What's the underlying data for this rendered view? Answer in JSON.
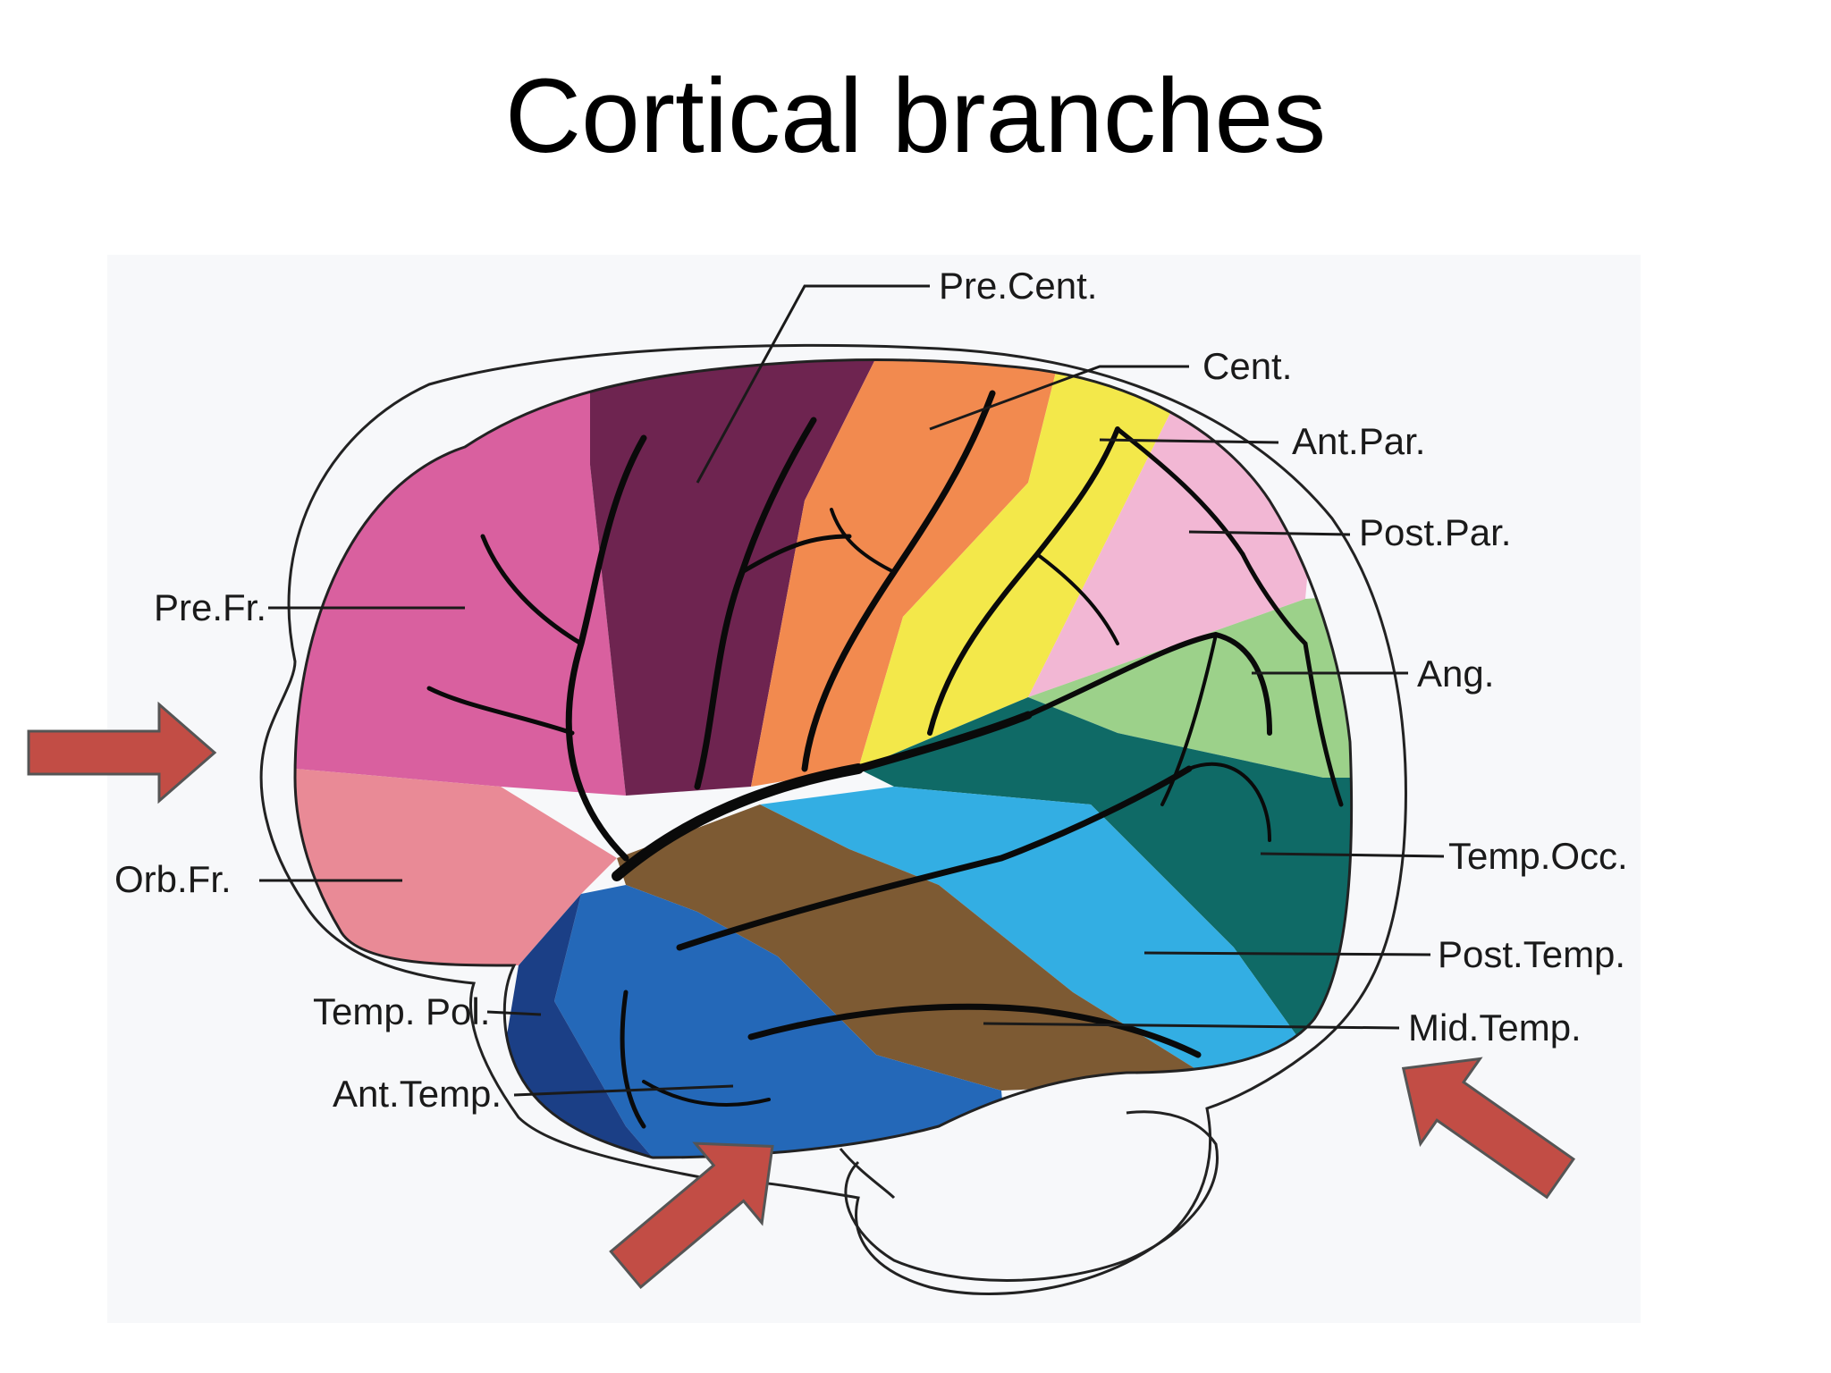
{
  "slide": {
    "title": "Cortical branches"
  },
  "regions": {
    "pre_fr": {
      "label": "Pre.Fr.",
      "color": "#d9609f"
    },
    "orb_fr": {
      "label": "Orb.Fr.",
      "color": "#e98a96"
    },
    "pre_cent": {
      "label": "Pre.Cent.",
      "color": "#6e2450"
    },
    "cent": {
      "label": "Cent.",
      "color": "#f28a4f"
    },
    "ant_par": {
      "label": "Ant.Par.",
      "color": "#f3e84a"
    },
    "post_par": {
      "label": "Post.Par.",
      "color": "#f2b7d4"
    },
    "ang": {
      "label": "Ang.",
      "color": "#9cd18a"
    },
    "temp_occ": {
      "label": "Temp.Occ.",
      "color": "#0f6a66"
    },
    "post_temp": {
      "label": "Post.Temp.",
      "color": "#33aee3"
    },
    "mid_temp": {
      "label": "Mid.Temp.",
      "color": "#7d5a33"
    },
    "ant_temp": {
      "label": "Ant.Temp.",
      "color": "#2468b8"
    },
    "temp_pol": {
      "label": "Temp. Pol.",
      "color": "#1b3f86"
    }
  },
  "arrows": {
    "color": "#c24d45"
  }
}
